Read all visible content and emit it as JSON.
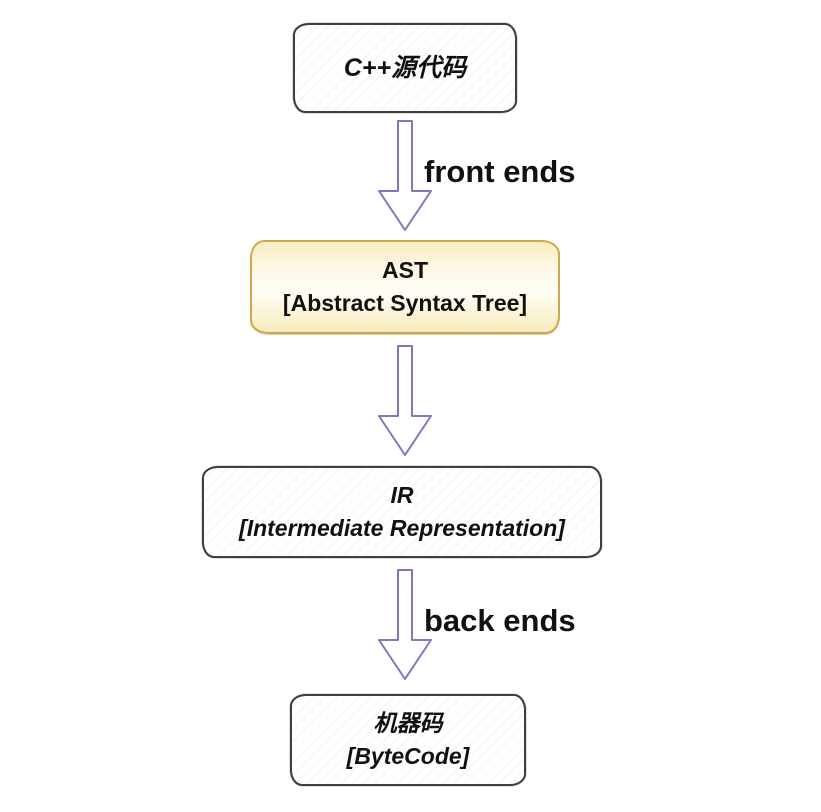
{
  "nodes": {
    "source": {
      "line1": "C++源代码"
    },
    "ast": {
      "line1": "AST",
      "line2": "[Abstract Syntax Tree]"
    },
    "ir": {
      "line1": "IR",
      "line2": "[Intermediate Representation]"
    },
    "machine": {
      "line1": "机器码",
      "line2": "[ByteCode]"
    }
  },
  "edges": {
    "front": {
      "label": "front ends"
    },
    "middle": {
      "label": ""
    },
    "back": {
      "label": "back ends"
    }
  },
  "colors": {
    "arrow_stroke": "#8177bb",
    "sketch_border": "#3f3f3f",
    "ast_border": "#cfa84e",
    "ast_fill_top": "#f8ecc0",
    "text": "#111111",
    "background": "#ffffff"
  }
}
